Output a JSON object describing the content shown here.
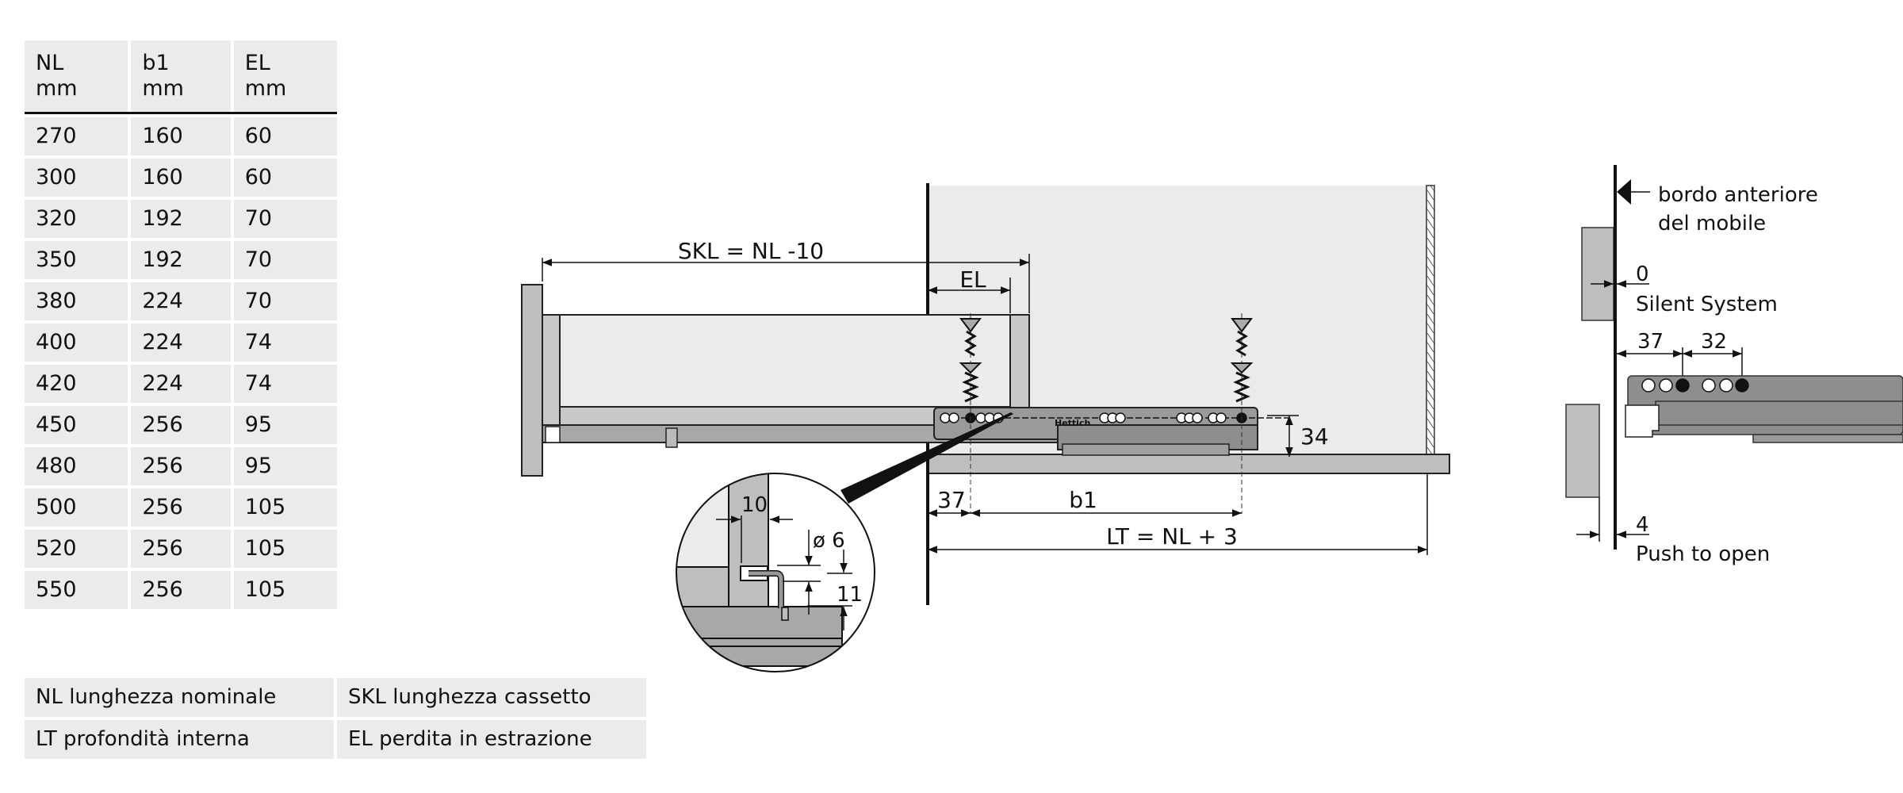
{
  "table": {
    "headers": [
      {
        "name": "NL",
        "unit": "mm"
      },
      {
        "name": "b1",
        "unit": "mm"
      },
      {
        "name": "EL",
        "unit": "mm"
      }
    ],
    "rows": [
      [
        "270",
        "160",
        "60"
      ],
      [
        "300",
        "160",
        "60"
      ],
      [
        "320",
        "192",
        "70"
      ],
      [
        "350",
        "192",
        "70"
      ],
      [
        "380",
        "224",
        "70"
      ],
      [
        "400",
        "224",
        "74"
      ],
      [
        "420",
        "224",
        "74"
      ],
      [
        "450",
        "256",
        "95"
      ],
      [
        "480",
        "256",
        "95"
      ],
      [
        "500",
        "256",
        "105"
      ],
      [
        "520",
        "256",
        "105"
      ],
      [
        "550",
        "256",
        "105"
      ]
    ]
  },
  "legend": [
    [
      "NL lunghezza nominale",
      "SKL lunghezza cassetto"
    ],
    [
      "LT profondità interna",
      "EL perdita in estrazione"
    ]
  ],
  "drawing": {
    "skl": "SKL = NL -10",
    "el": "EL",
    "h34": "34",
    "d37": "37",
    "b1": "b1",
    "lt": "LT = NL + 3",
    "logo": "Hettich",
    "detail": {
      "w10": "10",
      "dia": "ø 6",
      "h11": "11"
    },
    "side": {
      "front_edge_1": "bordo anteriore",
      "front_edge_2": "del mobile",
      "zero": "0",
      "silent": "Silent System",
      "d37": "37",
      "d32": "32",
      "four": "4",
      "push": "Push to open"
    }
  },
  "colors": {
    "panel": "#bebebe",
    "interior": "#ebebeb",
    "rail": "#8e8e8e",
    "line": "#111111"
  }
}
